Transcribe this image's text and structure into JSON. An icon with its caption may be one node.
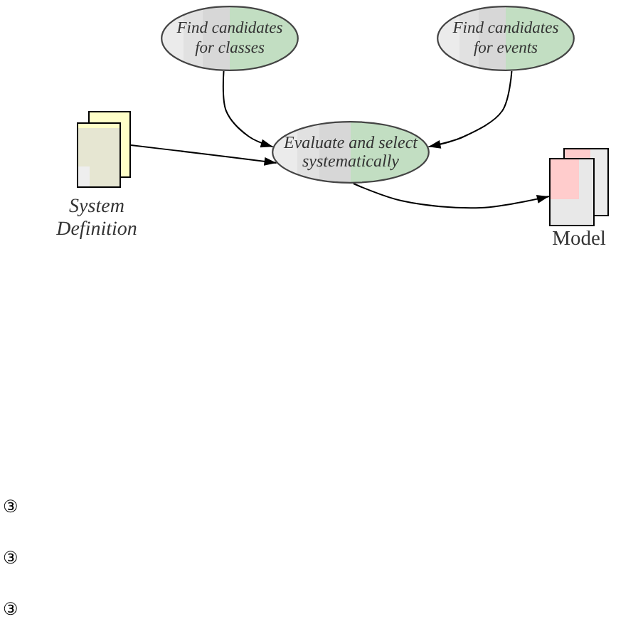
{
  "diagram": {
    "nodes": [
      {
        "text": [
          "Find candidates for classes"
        ]
      },
      {
        "text": [
          "Find candidates for events"
        ]
      },
      {
        "text": [
          "System Definition"
        ]
      },
      {
        "text": [
          "Evaluate and select systematically"
        ]
      },
      {
        "text": [
          "Model"
        ]
      }
    ],
    "edges": [
      {
        "from": 0,
        "to": 3,
        "arrow": "to"
      },
      {
        "from": 1,
        "to": 3,
        "arrow": "to"
      },
      {
        "from": 2,
        "to": 3,
        "arrow": "to"
      },
      {
        "from": 3,
        "to": 4,
        "arrow": "to"
      }
    ],
    "labels": [
      "③",
      "③",
      "③"
    ]
  }
}
